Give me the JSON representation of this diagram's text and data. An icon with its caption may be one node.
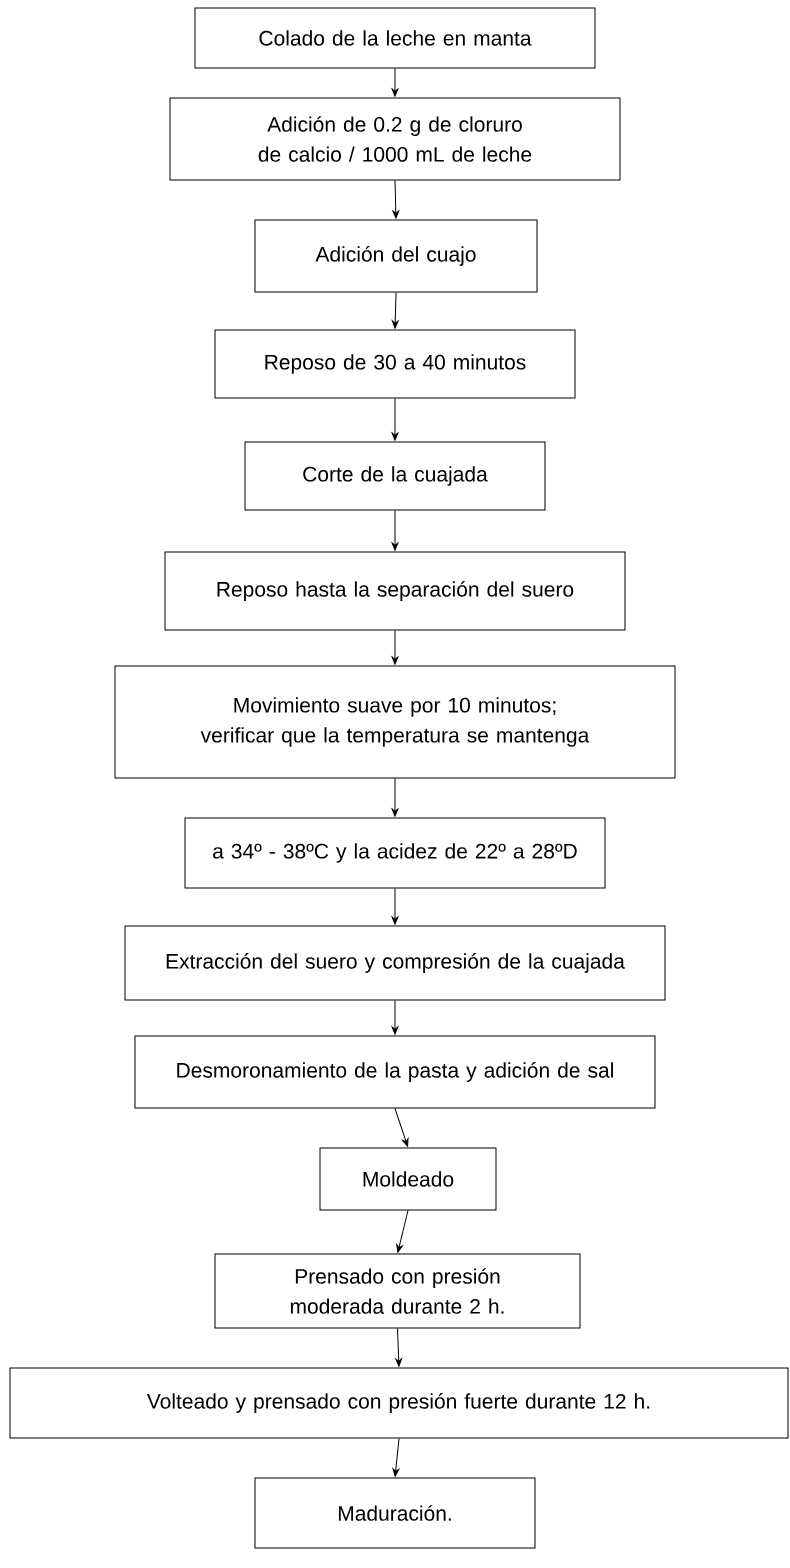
{
  "diagram": {
    "nodes": [
      {
        "text": [
          "Colado de la leche en manta"
        ]
      },
      {
        "text": [
          "Adición de 0.2 g de cloruro de calcio / 1000 mL de leche"
        ]
      },
      {
        "text": [
          "Adición del cuajo"
        ]
      },
      {
        "text": [
          "Reposo de 30 a 40 minutos"
        ]
      },
      {
        "text": [
          "Corte de la cuajada"
        ]
      },
      {
        "text": [
          "Reposo hasta la separación del suero"
        ]
      },
      {
        "text": [
          "Movimiento suave por 10 minutos; verificar que la temperatura se mantenga"
        ]
      },
      {
        "text": [
          "a 34º - 38ºC y la acidez de 22º a 28ºD"
        ]
      },
      {
        "text": [
          "Extracción del suero y compresión de la cuajada"
        ]
      },
      {
        "text": [
          "Desmoronamiento de la pasta y adición de sal"
        ]
      },
      {
        "text": [
          "Moldeado"
        ]
      },
      {
        "text": [
          "Prensado con presión moderada durante 2 h."
        ]
      },
      {
        "text": [
          "Volteado y prensado con presión fuerte durante 12 h."
        ]
      },
      {
        "text": [
          "Maduración."
        ]
      }
    ],
    "edges": [
      {
        "from": 0,
        "to": 1,
        "arrow": "to"
      },
      {
        "from": 1,
        "to": 2,
        "arrow": "to"
      },
      {
        "from": 2,
        "to": 3,
        "arrow": "to"
      },
      {
        "from": 3,
        "to": 4,
        "arrow": "to"
      },
      {
        "from": 4,
        "to": 5,
        "arrow": "to"
      },
      {
        "from": 5,
        "to": 6,
        "arrow": "to"
      },
      {
        "from": 6,
        "to": 7,
        "arrow": "to"
      },
      {
        "from": 7,
        "to": 8,
        "arrow": "to"
      },
      {
        "from": 8,
        "to": 9,
        "arrow": "to"
      },
      {
        "from": 9,
        "to": 10,
        "arrow": "to"
      },
      {
        "from": 10,
        "to": 11,
        "arrow": "to"
      },
      {
        "from": 11,
        "to": 12,
        "arrow": "to"
      },
      {
        "from": 12,
        "to": 13,
        "arrow": "to"
      }
    ]
  }
}
